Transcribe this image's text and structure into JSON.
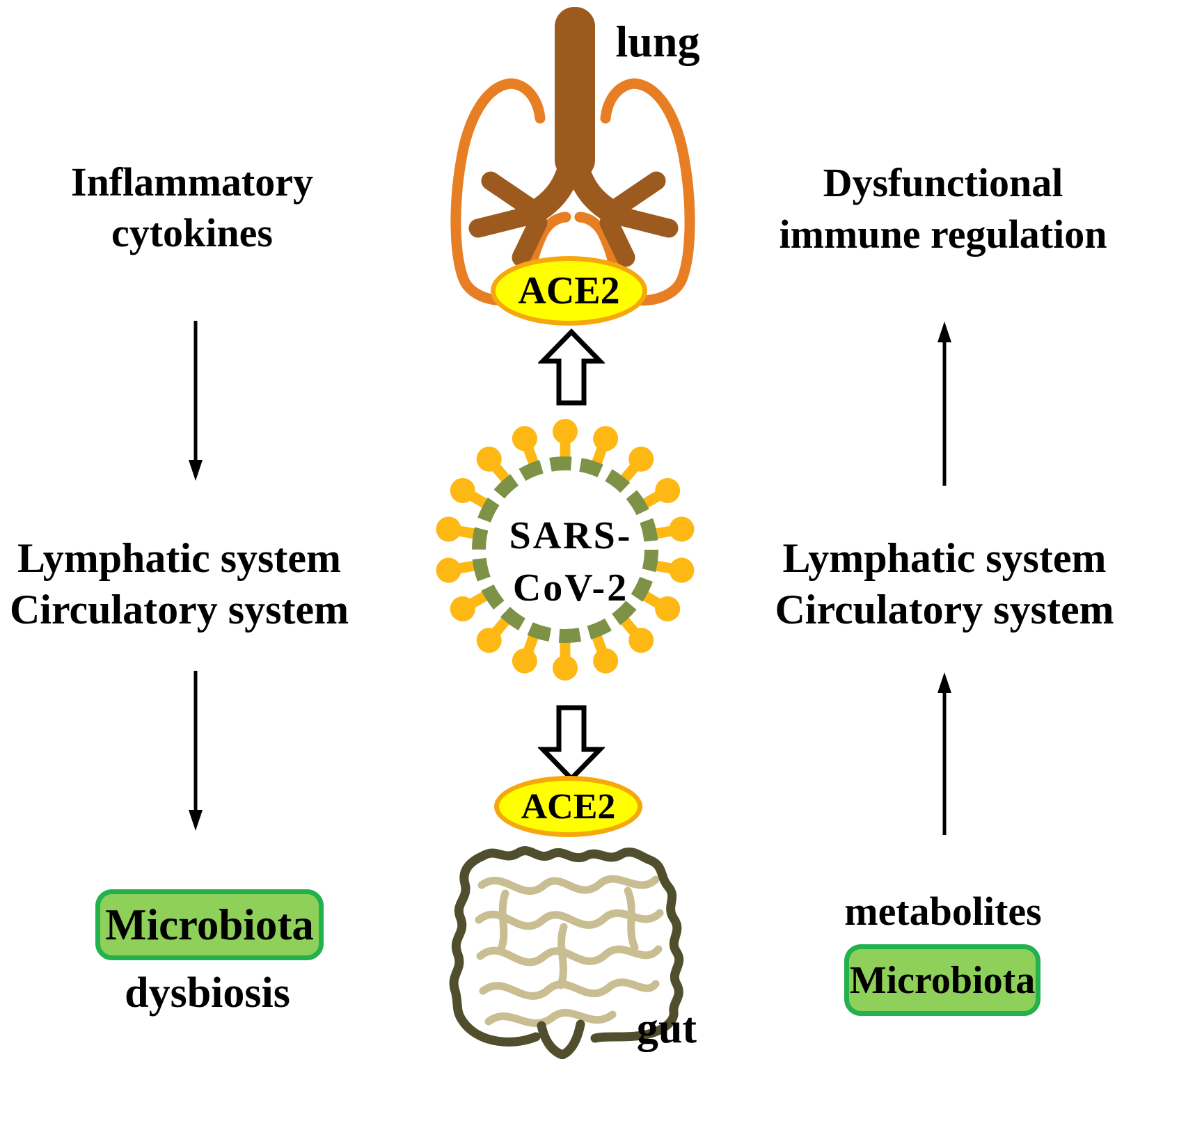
{
  "center": {
    "lung_label": "lung",
    "ace2_top": "ACE2",
    "virus_name_line1": "SARS-",
    "virus_name_line2": "CoV-2",
    "ace2_bottom": "ACE2",
    "gut_label": "gut"
  },
  "left_column": {
    "top_line1": "Inflammatory",
    "top_line2": "cytokines",
    "middle_line1": "Lymphatic system",
    "middle_line2": "Circulatory system",
    "microbiota_label": "Microbiota",
    "dysbiosis_label": "dysbiosis"
  },
  "right_column": {
    "top_line1": "Dysfunctional",
    "top_line2": "immune regulation",
    "middle_line1": "Lymphatic system",
    "middle_line2": "Circulatory system",
    "metabolites_label": "metabolites",
    "microbiota_label": "Microbiota"
  },
  "colors": {
    "lung_outline": "#E87E23",
    "bronchi_brown": "#9C5A1E",
    "ace2_fill": "#FFFF00",
    "ace2_border": "#F6A70B",
    "virus_ring_green": "#7D9246",
    "virus_spike_gold": "#FDB813",
    "microbiota_box_fill": "#8FD05A",
    "microbiota_box_border": "#22B14C",
    "gut_outline": "#514E2D",
    "gut_inner": "#C9BD92",
    "text": "#000000"
  }
}
